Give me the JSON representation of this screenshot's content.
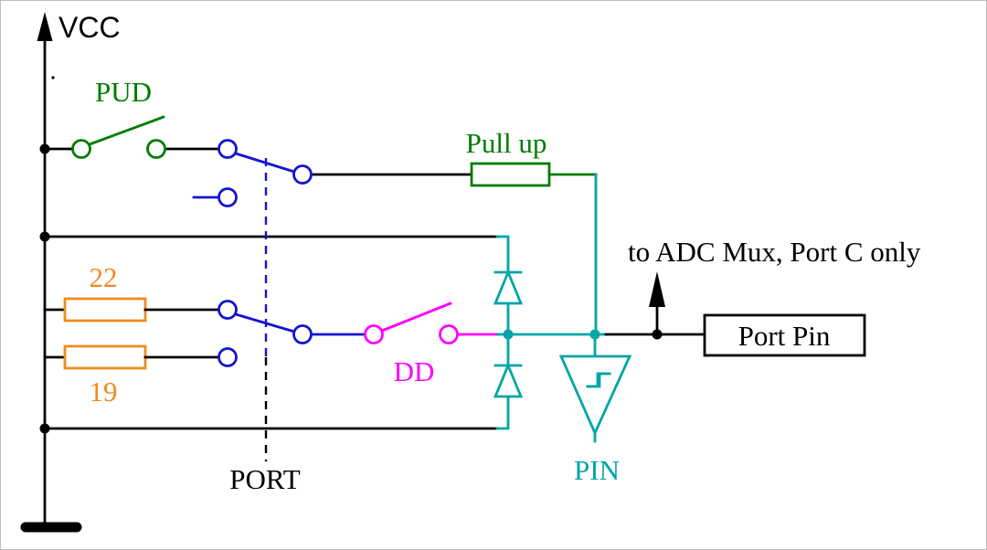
{
  "diagram": {
    "labels": {
      "vcc": "VCC",
      "pud": "PUD",
      "pull_up": "Pull up",
      "r22": "22",
      "r19": "19",
      "dd": "DD",
      "port": "PORT",
      "pin": "PIN",
      "adc_note": "to ADC Mux, Port C only",
      "port_pin": "Port Pin"
    },
    "colors": {
      "wire": "#000000",
      "pull_up_green": "#007c00",
      "switch_blue": "#1414cf",
      "resistor_orange": "#f28a1e",
      "dd_magenta": "#ff00ff",
      "pin_teal": "#00a5a5",
      "background": "#ffffff"
    }
  }
}
